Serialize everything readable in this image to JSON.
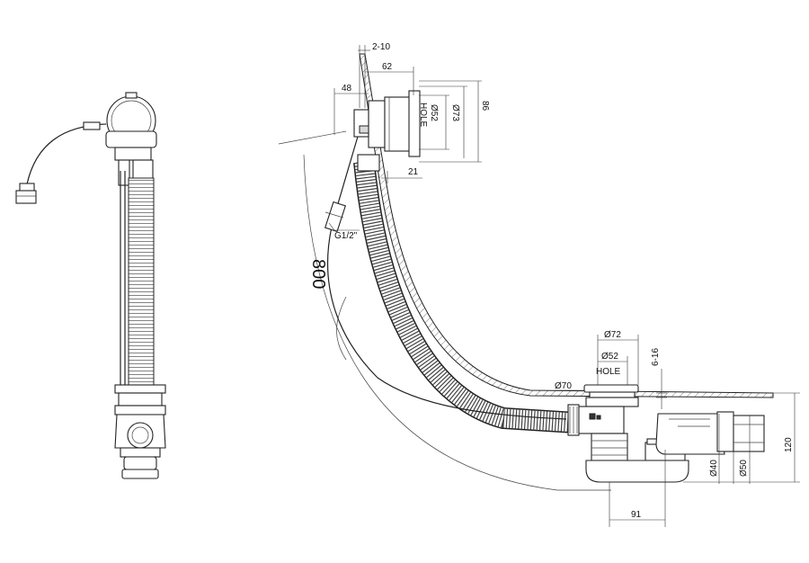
{
  "dimensions": {
    "panel_thickness": "2-10",
    "overflow_depth": "62",
    "overflow_offset": "48",
    "overflow_hole": "Ø52",
    "overflow_hole_word": "HOLE",
    "overflow_diameter": "Ø73",
    "overflow_height": "86",
    "gap": "21",
    "thread": "G1/2\"",
    "bath_length": "800",
    "waste_top": "Ø72",
    "waste_hole": "Ø52",
    "waste_hole_word": "HOLE",
    "waste_outer": "Ø70",
    "floor_thickness": "6-16",
    "total_height": "120",
    "outlet_small": "Ø40",
    "outlet_large": "Ø50",
    "outlet_offset": "91"
  }
}
